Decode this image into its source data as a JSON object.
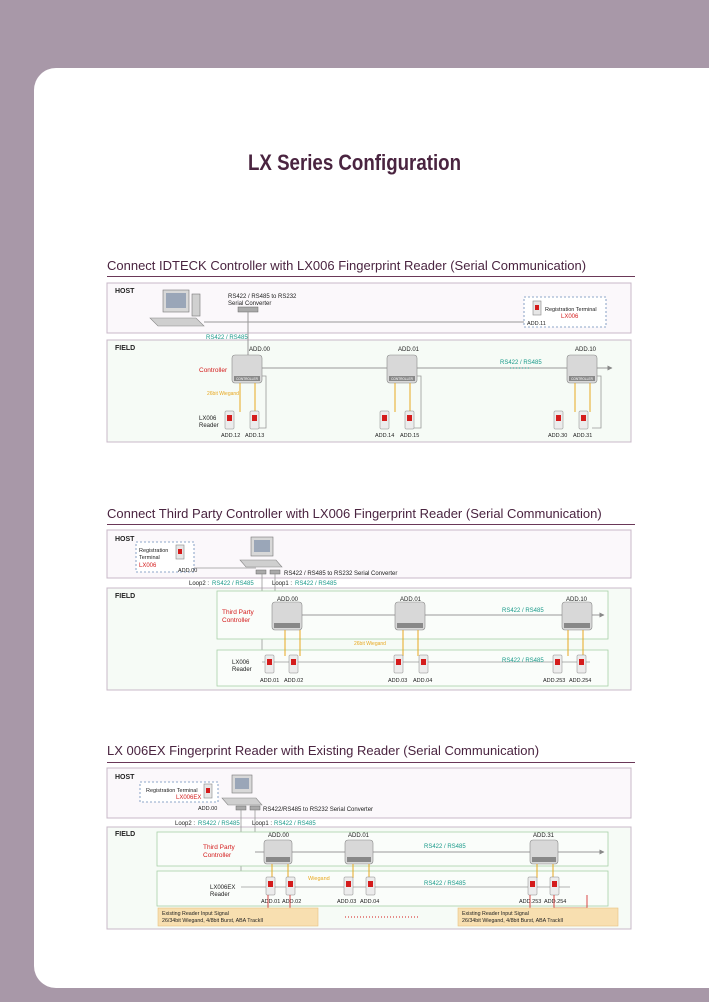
{
  "page_title": "LX Series Configuration",
  "sections": [
    {
      "title": "Connect IDTECK Controller with LX006 Fingerprint Reader (Serial Communication)",
      "host_label": "HOST",
      "field_label": "FIELD",
      "converter_label_1": "RS422 / RS485 to RS232",
      "converter_label_2": "Serial Converter",
      "bus_label": "RS422 / RS485",
      "registration_terminal": "Registration Terminal",
      "registration_model": "LX006",
      "registration_address": "ADD.11",
      "controller_label": "Controller",
      "wiegand_label": "26bit Wiegand",
      "reader_label_1": "LX006",
      "reader_label_2": "Reader",
      "field_bus_label": "RS422 / RS485",
      "controllers": [
        "ADD.00",
        "ADD.01",
        "ADD.10"
      ],
      "readers": [
        "ADD.12",
        "ADD.13",
        "ADD.14",
        "ADD.15",
        "ADD.30",
        "ADD.31"
      ]
    },
    {
      "title": "Connect Third Party Controller with LX006 Fingerprint Reader (Serial Communication)",
      "host_label": "HOST",
      "field_label": "FIELD",
      "registration_terminal_1": "Registration",
      "registration_terminal_2": "Terminal",
      "registration_model": "LX006",
      "registration_address": "ADD.00",
      "converter_label": "RS422 / RS485 to RS232 Serial Converter",
      "loop2_prefix": "Loop2 : ",
      "loop2_value": "RS422 / RS485",
      "loop1_prefix": "Loop1 : ",
      "loop1_value": "RS422 / RS485",
      "controller_label_1": "Third Party",
      "controller_label_2": "Controller",
      "wiegand_label": "26bit Wiegand",
      "reader_label_1": "LX006",
      "reader_label_2": "Reader",
      "controller_bus_label": "RS422 / RS485",
      "reader_bus_label": "RS422 / RS485",
      "controllers": [
        "ADD.00",
        "ADD.01",
        "ADD.10"
      ],
      "readers": [
        "ADD.01",
        "ADD.02",
        "ADD.03",
        "ADD.04",
        "ADD.253",
        "ADD.254"
      ]
    },
    {
      "title": "LX 006EX Fingerprint Reader with Existing Reader (Serial Communication)",
      "host_label": "HOST",
      "field_label": "FIELD",
      "registration_terminal": "Registration Terminal",
      "registration_model": "LX006EX",
      "registration_address": "ADD.00",
      "converter_label": "RS422/RS485 to RS232 Serial Converter",
      "loop2_prefix": "Loop2 : ",
      "loop2_value": "RS422 / RS485",
      "loop1_prefix": "Loop1 : ",
      "loop1_value": "RS422 / RS485",
      "controller_label_1": "Third Party",
      "controller_label_2": "Controller",
      "wiegand_label": "Wiegand",
      "reader_label_1": "LX006EX",
      "reader_label_2": "Reader",
      "controller_bus_label": "RS422 / RS485",
      "reader_bus_label": "RS422 / RS485",
      "controllers": [
        "ADD.00",
        "ADD.01",
        "ADD.31"
      ],
      "readers": [
        "ADD.01",
        "ADD.02",
        "ADD.03",
        "ADD.04",
        "ADD.253",
        "ADD.254"
      ],
      "existing_signal_1": "Existing Reader Input Signal",
      "existing_signal_2": "26/34bit Wiegand, 4/8bit Burst, ABA TrackII",
      "controller_chip_label": "CONTROLLER"
    }
  ],
  "colors": {
    "title": "#4a2440",
    "accent_red": "#d41c1c",
    "accent_teal": "#1a9a8a",
    "wiegand": "#e8a820",
    "panel_fill": "#fbf8fb",
    "field_fill": "#f6fbf6",
    "panel_border": "#c8b8c8",
    "field_border": "#a8d0a8"
  }
}
